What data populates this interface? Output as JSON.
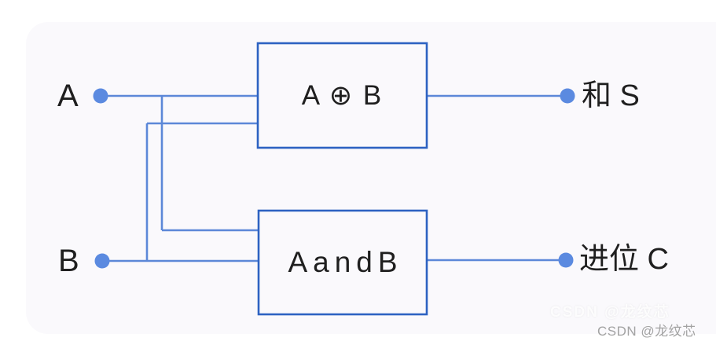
{
  "diagram": {
    "title_hint": "half-adder block diagram",
    "input_a": {
      "label": "A"
    },
    "input_b": {
      "label": "B"
    },
    "gate_xor": {
      "label": "A ⊕ B"
    },
    "gate_and": {
      "label": "AandB"
    },
    "output_sum": {
      "label": "和 S"
    },
    "output_carry": {
      "label": "进位 C"
    }
  },
  "watermark": {
    "text": "CSDN @龙纹芯"
  },
  "colors": {
    "wire": "#5c88d8",
    "node_dot": "#5b8ae0",
    "box_border": "#2d62c2",
    "box_fill": "#faf9fc",
    "panel_background": "#faf9fc",
    "page_background": "#ffffff",
    "text": "#1f1f1f",
    "watermark_text": "#a3a3a3"
  }
}
